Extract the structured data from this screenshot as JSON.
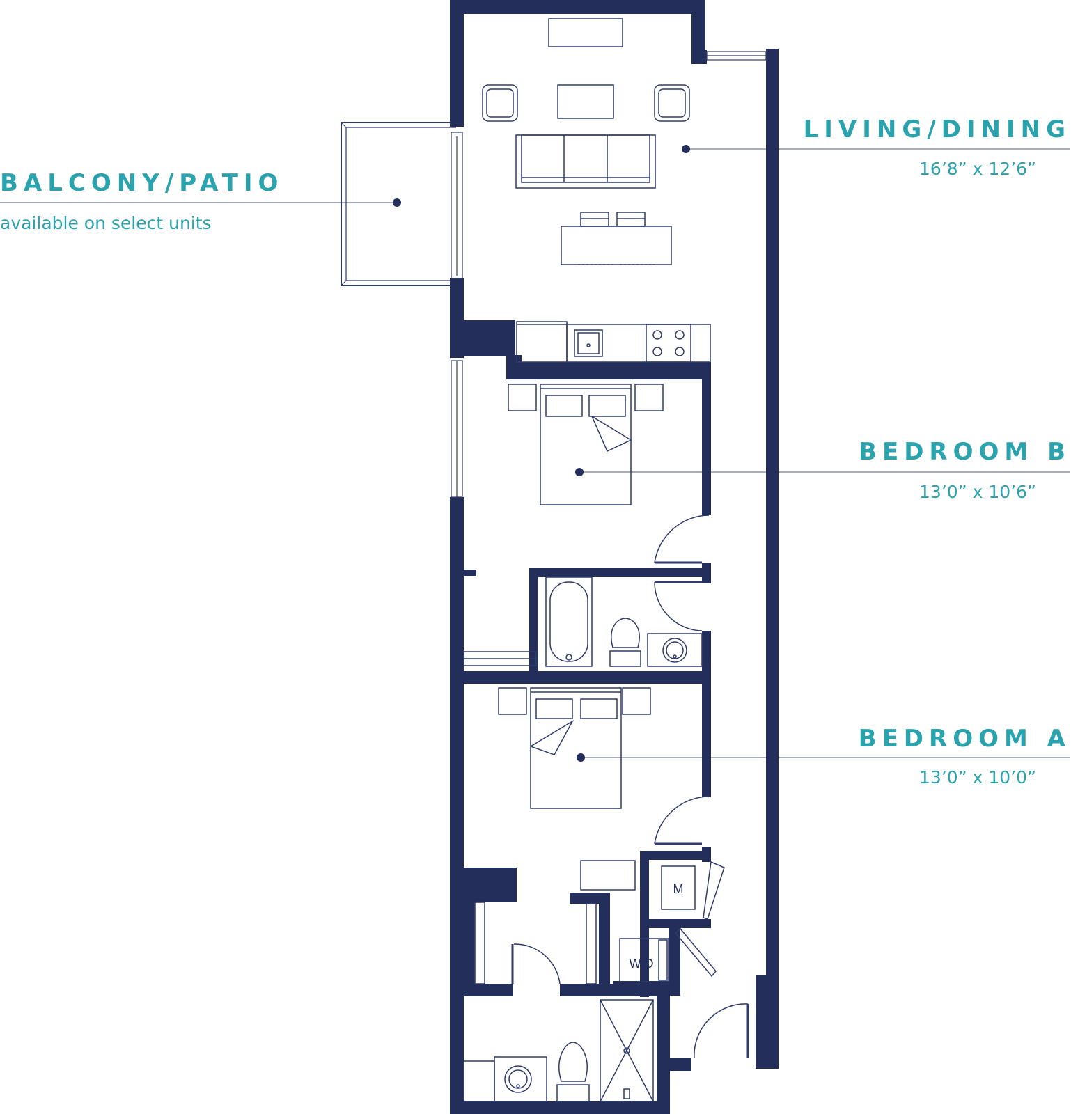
{
  "colors": {
    "wall": "#232f5a",
    "fixture": "#2f3b6b",
    "label": "#2aa3ae",
    "leader": "#8a90aa",
    "background": "#ffffff"
  },
  "labels": {
    "living": {
      "title": "LIVING/DINING",
      "dims": "16’8” x 12’6”"
    },
    "balcony": {
      "title": "BALCONY/PATIO",
      "note": "available on select units"
    },
    "bedroom_b": {
      "title": "BEDROOM B",
      "dims": "13’0” x 10’6”"
    },
    "bedroom_a": {
      "title": "BEDROOM A",
      "dims": "13’0” x 10’0”"
    }
  },
  "fixtures": {
    "mechanical": "M",
    "laundry": "W/D"
  }
}
